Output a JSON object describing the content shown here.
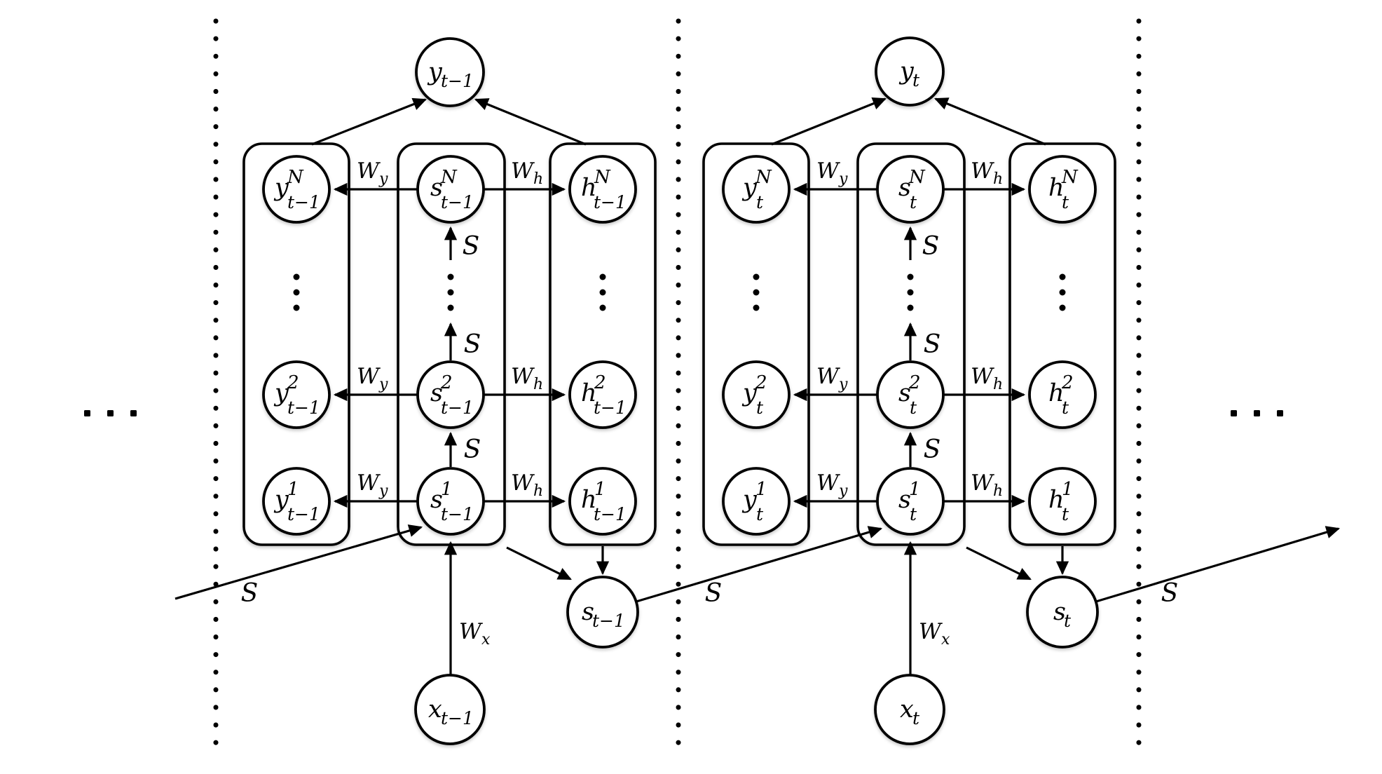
{
  "diagram": {
    "operators": {
      "wy": {
        "base": "W",
        "sub": "y"
      },
      "wh": {
        "base": "W",
        "sub": "h"
      },
      "wx": {
        "base": "W",
        "sub": "x"
      },
      "s": "S"
    },
    "nodes": {
      "out_prev": {
        "base": "y",
        "sub": "t−1"
      },
      "yN_prev": {
        "base": "y",
        "sup": "N",
        "sub": "t−1"
      },
      "sN_prev": {
        "base": "s",
        "sup": "N",
        "sub": "t−1"
      },
      "hN_prev": {
        "base": "h",
        "sup": "N",
        "sub": "t−1"
      },
      "y2_prev": {
        "base": "y",
        "sup": "2",
        "sub": "t−1"
      },
      "s2_prev": {
        "base": "s",
        "sup": "2",
        "sub": "t−1"
      },
      "h2_prev": {
        "base": "h",
        "sup": "2",
        "sub": "t−1"
      },
      "y1_prev": {
        "base": "y",
        "sup": "1",
        "sub": "t−1"
      },
      "s1_prev": {
        "base": "s",
        "sup": "1",
        "sub": "t−1"
      },
      "h1_prev": {
        "base": "h",
        "sup": "1",
        "sub": "t−1"
      },
      "state_prev": {
        "base": "s",
        "sub": "t−1"
      },
      "input_prev": {
        "base": "x",
        "sub": "t−1"
      },
      "out_cur": {
        "base": "y",
        "sub": "t"
      },
      "yN_cur": {
        "base": "y",
        "sup": "N",
        "sub": "t"
      },
      "sN_cur": {
        "base": "s",
        "sup": "N",
        "sub": "t"
      },
      "hN_cur": {
        "base": "h",
        "sup": "N",
        "sub": "t"
      },
      "y2_cur": {
        "base": "y",
        "sup": "2",
        "sub": "t"
      },
      "s2_cur": {
        "base": "s",
        "sup": "2",
        "sub": "t"
      },
      "h2_cur": {
        "base": "h",
        "sup": "2",
        "sub": "t"
      },
      "y1_cur": {
        "base": "y",
        "sup": "1",
        "sub": "t"
      },
      "s1_cur": {
        "base": "s",
        "sup": "1",
        "sub": "t"
      },
      "h1_cur": {
        "base": "h",
        "sup": "1",
        "sub": "t"
      },
      "state_cur": {
        "base": "s",
        "sub": "t"
      },
      "input_cur": {
        "base": "x",
        "sub": "t"
      }
    }
  }
}
